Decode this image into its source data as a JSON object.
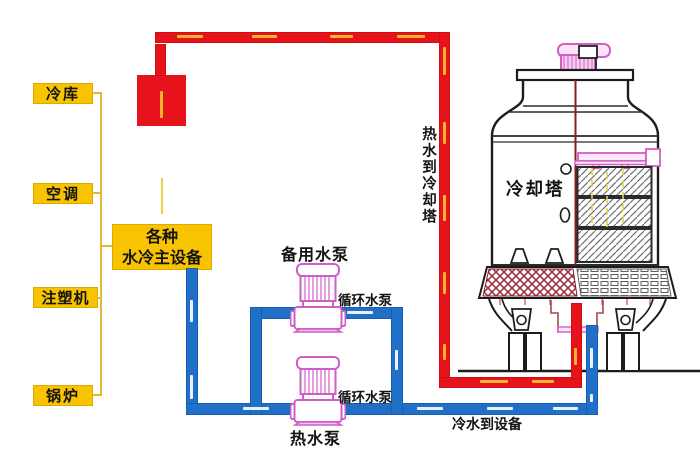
{
  "colors": {
    "hot_water_red": "#e6131b",
    "cold_water_blue": "#2170c8",
    "equipment_yellow": "#f8c301",
    "pump_pink": "#cf5ec8"
  },
  "equipment": {
    "items": [
      {
        "label": "冷库"
      },
      {
        "label": "空调"
      },
      {
        "label": "注塑机"
      },
      {
        "label": "锅炉"
      }
    ],
    "main_box": {
      "line1": "各种",
      "line2": "水冷主设备"
    }
  },
  "pumps": {
    "backup": "备用水泵",
    "circulation_upper": "循环水泵",
    "circulation_lower": "循环水泵",
    "hot_water": "热水泵"
  },
  "flow": {
    "hot_to_tower": "热水到冷却塔",
    "cold_to_equipment": "冷水到设备"
  },
  "tower": {
    "label": "冷却塔"
  }
}
